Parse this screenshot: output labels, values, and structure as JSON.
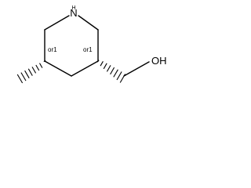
{
  "molecule": {
    "atoms": {
      "nitrogen": "N",
      "nitrogen_hydrogen": "H",
      "hydroxyl": "OH"
    },
    "stereo_labels": {
      "c5": "or1",
      "c3": "or1"
    }
  }
}
